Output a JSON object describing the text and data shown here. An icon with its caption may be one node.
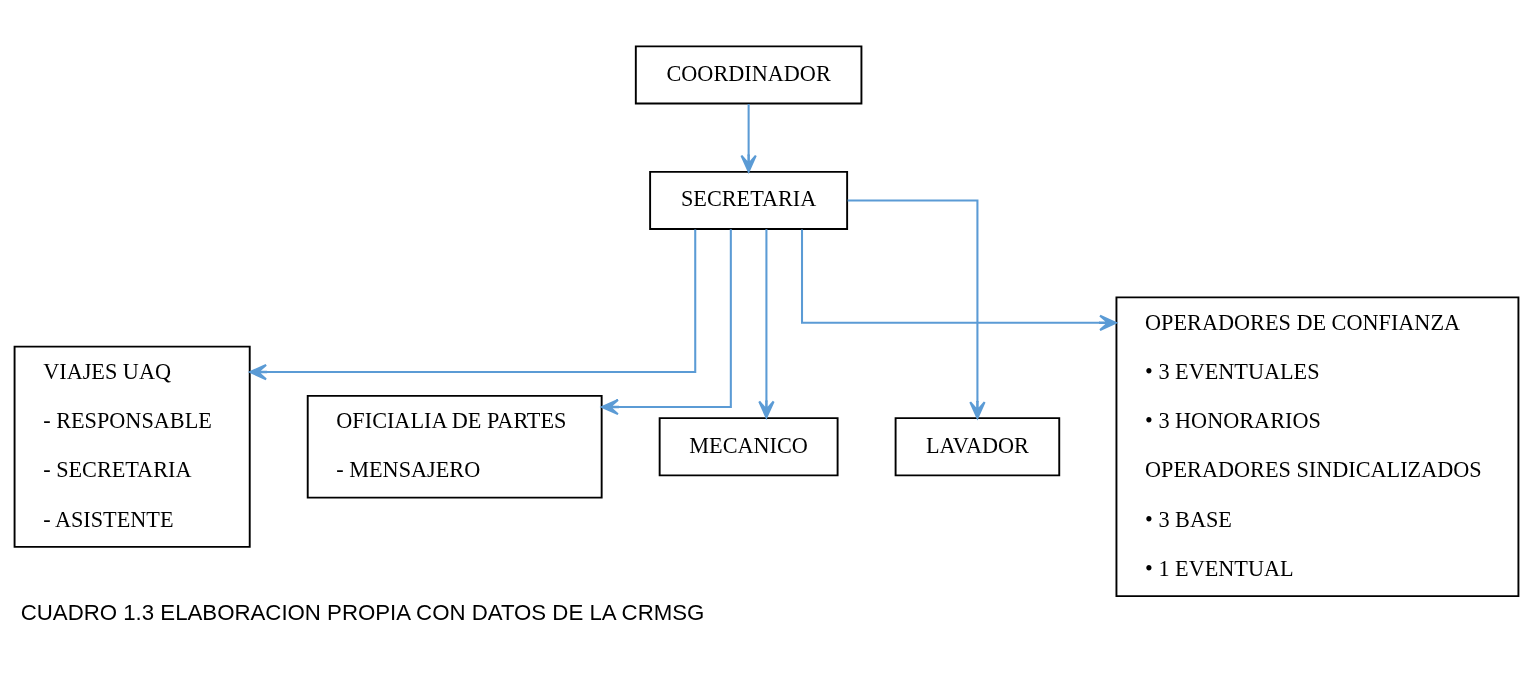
{
  "diagram": {
    "caption": "CUADRO 1.3 ELABORACION PROPIA CON DATOS DE LA CRMSG",
    "nodes": [
      {
        "text": [
          "COORDINADOR"
        ]
      },
      {
        "text": [
          "SECRETARIA"
        ]
      },
      {
        "text": [
          "VIAJES UAQ",
          "- RESPONSABLE",
          "- SECRETARIA",
          "- ASISTENTE"
        ]
      },
      {
        "text": [
          "OFICIALIA DE PARTES",
          "- MENSAJERO"
        ]
      },
      {
        "text": [
          "MECANICO"
        ]
      },
      {
        "text": [
          "LAVADOR"
        ]
      },
      {
        "text": [
          "OPERADORES DE CONFIANZA",
          "• 3 EVENTUALES",
          "• 3 HONORARIOS",
          "OPERADORES SINDICALIZADOS",
          "• 3 BASE",
          "• 1 EVENTUAL"
        ]
      }
    ],
    "edges": [
      {
        "from": 0,
        "to": 1,
        "arrow": "to"
      },
      {
        "from": 1,
        "to": 2,
        "arrow": "to"
      },
      {
        "from": 1,
        "to": 3,
        "arrow": "to"
      },
      {
        "from": 1,
        "to": 4,
        "arrow": "to"
      },
      {
        "from": 1,
        "to": 5,
        "arrow": "to"
      },
      {
        "from": 1,
        "to": 6,
        "arrow": "to"
      }
    ]
  }
}
